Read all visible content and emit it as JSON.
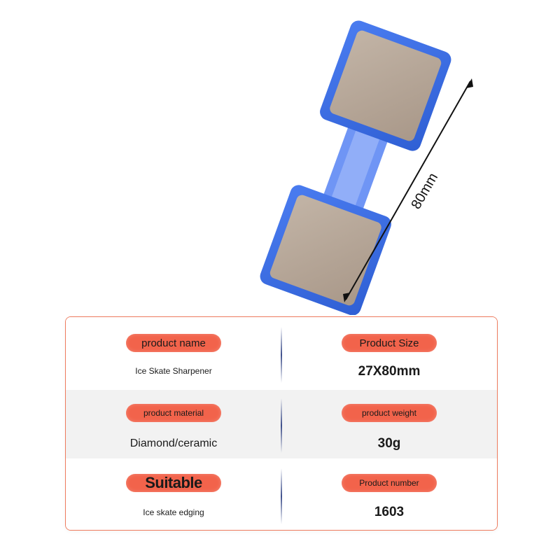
{
  "dimension_label": "80mm",
  "colors": {
    "accent": "#f2634b",
    "card_border": "#ee7b5e",
    "body_blue": "#3d6fe0",
    "abrasive": "#b8a89a"
  },
  "specs": {
    "name": {
      "label": "product name",
      "value": "Ice Skate Sharpener"
    },
    "size": {
      "label": "Product Size",
      "value": "27X80mm"
    },
    "material": {
      "label": "product material",
      "value": "Diamond/ceramic"
    },
    "weight": {
      "label": "product weight",
      "value": "30g"
    },
    "suitable": {
      "label": "Suitable",
      "value": "Ice skate edging"
    },
    "number": {
      "label": "Product number",
      "value": "1603"
    }
  }
}
